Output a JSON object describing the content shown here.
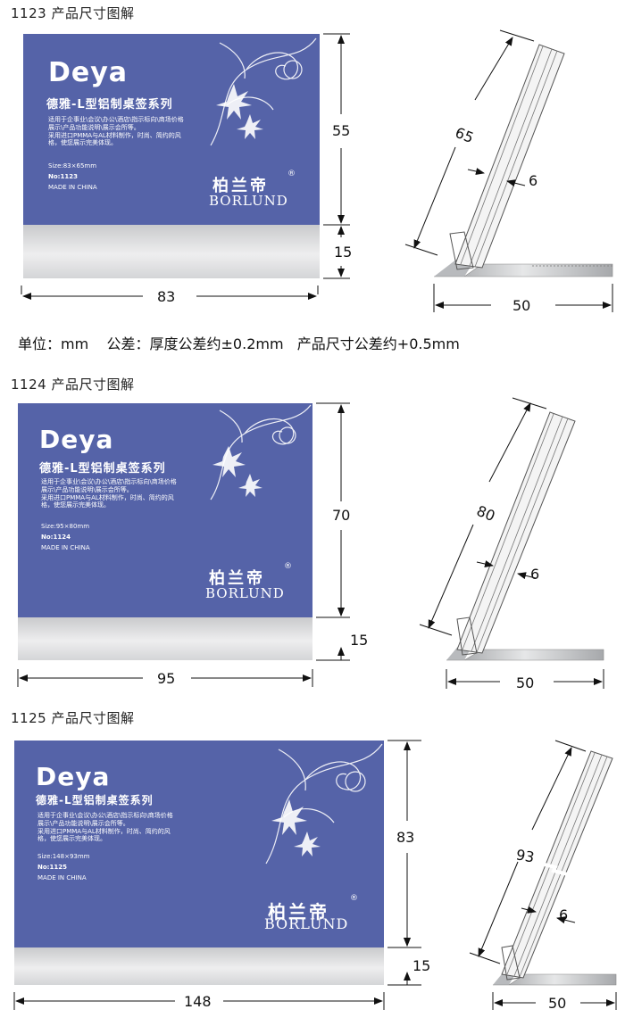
{
  "products": [
    {
      "section_title": "1123 产品尺寸图解",
      "brand": "Deya",
      "series": "德雅-L型铝制桌签系列",
      "description": "适用于企事业\\会议\\办公\\酒店\\指示标向\\商场价格\n展示\\产品功能说明\\展示会所等。\n采用进口PMMA与AL材料制作，时尚、简约的风\n格，使您展示完美体现。",
      "size_label": "Size:83×65mm",
      "no_label": "No:1123",
      "made_in": "MADE IN CHINA",
      "logo_cn": "柏兰帝",
      "logo_en": "BORLUND",
      "logo_mark": "®",
      "dims": {
        "width": "83",
        "upper_height": "55",
        "lower_height": "15",
        "diagonal": "65",
        "thickness": "6",
        "base": "50"
      }
    },
    {
      "section_title": "1124 产品尺寸图解",
      "brand": "Deya",
      "series": "德雅-L型铝制桌签系列",
      "description": "适用于企事业\\会议\\办公\\酒店\\指示标向\\商场价格\n展示\\产品功能说明\\展示会所等。\n采用进口PMMA与AL材料制作，时尚、简约的风\n格，使您展示完美体现。",
      "size_label": "Size:95×80mm",
      "no_label": "No:1124",
      "made_in": "MADE IN CHINA",
      "logo_cn": "柏兰帝",
      "logo_en": "BORLUND",
      "logo_mark": "®",
      "dims": {
        "width": "95",
        "upper_height": "70",
        "lower_height": "15",
        "diagonal": "80",
        "thickness": "6",
        "base": "50"
      }
    },
    {
      "section_title": "1125 产品尺寸图解",
      "brand": "Deya",
      "series": "德雅-L型铝制桌签系列",
      "description": "适用于企事业\\会议\\办公\\酒店\\指示标向\\商场价格\n展示\\产品功能说明\\展示会所等。\n采用进口PMMA与AL材料制作，时尚、简约的风\n格，使您展示完美体现。",
      "size_label": "Size:148×93mm",
      "no_label": "No:1125",
      "made_in": "MADE IN CHINA",
      "logo_cn": "柏兰帝",
      "logo_en": "BORLUND",
      "logo_mark": "®",
      "dims": {
        "width": "148",
        "upper_height": "83",
        "lower_height": "15",
        "diagonal": "93",
        "thickness": "6",
        "base": "50"
      }
    }
  ],
  "units_note": "单位：mm    公差：厚度公差约±0.2mm   产品尺寸公差约+0.5mm"
}
